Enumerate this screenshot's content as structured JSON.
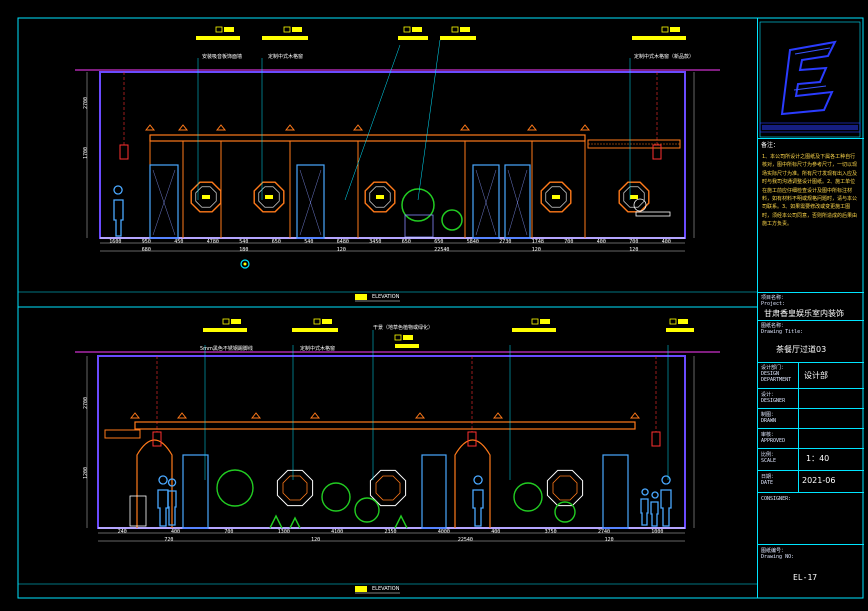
{
  "drawing": {
    "top_elevation_label": "ELEVATION",
    "bottom_elevation_label": "ELEVATION",
    "top_callouts": [
      "安装吸音板饰面墙",
      "定制中式木格窗",
      "定制中式木格窗（新品款）"
    ],
    "bottom_callouts": [
      "5mm黑色不锈钢踢脚线",
      "定制中式木格窗",
      "干景（地草色植物或绿化）"
    ],
    "top_dims_row1": [
      "1600",
      "950",
      "450",
      "4780",
      "540",
      "650",
      "540",
      "6480",
      "3450",
      "650",
      "650",
      "5840",
      "2730",
      "1748",
      "700",
      "400",
      "700",
      "400"
    ],
    "top_dims_row2": [
      "680",
      "180",
      "120",
      "22540",
      "120",
      "120"
    ],
    "top_height_dims": [
      "1700",
      "2700"
    ],
    "bottom_dims_row1": [
      "240",
      "400",
      "700",
      "1300",
      "4100",
      "2350",
      "4000",
      "400",
      "3750",
      "2740",
      "1000"
    ],
    "bottom_dims_row2": [
      "720",
      "120",
      "22540",
      "120"
    ],
    "bottom_height_dims": [
      "2700",
      "1200"
    ]
  },
  "title_block": {
    "notes_title": "备注：",
    "notes": "1、本公司所设计之图纸及下属各工种自行核对，图中所标尺寸为参考尺寸，一切以现场实际尺寸为准。所有尺寸发现有出入应及时与我司沟通调整设计图纸。2、施工单位在施工前应仔细检查设计及图中所标注材料，如有材料不明或规格问题时，请与本公司联系。3、如果需要修改或变更施工图时，须经本公司同意，否则所造成的后果由施工方负责。",
    "project_label": "项目名称：\nProject:",
    "project_name": "甘肃香皇娱乐室内装饰",
    "drawing_title_label": "图纸名称：\nDrawing Title:",
    "drawing_title": "茶餐厅过道03",
    "dept_label": "设计部门：\nDESIGN\nDEPARTMENT",
    "dept_value": "设计部",
    "designer_label": "设计：\nDESIGNER",
    "drawn_label": "制图：\nDRAWN",
    "approved_label": "审核：\nAPPROVED",
    "scale_label": "比例：\nSCALE",
    "scale_value": "1：40",
    "date_label": "日期：\nDATE",
    "date_value": "2021-06",
    "consigner_label": "CONSIGNER:",
    "drawing_no_label": "图纸编号：\nDrawing NO:",
    "drawing_no_value": "EL-17"
  },
  "colors": {
    "frame": "#00e5ff",
    "ceiling": "#ff7a1a",
    "wall": "#6a4bff",
    "tag": "#ffff00",
    "plant": "#22cc22",
    "figure": "#4aa8ff",
    "lamp": "#ff3030"
  }
}
